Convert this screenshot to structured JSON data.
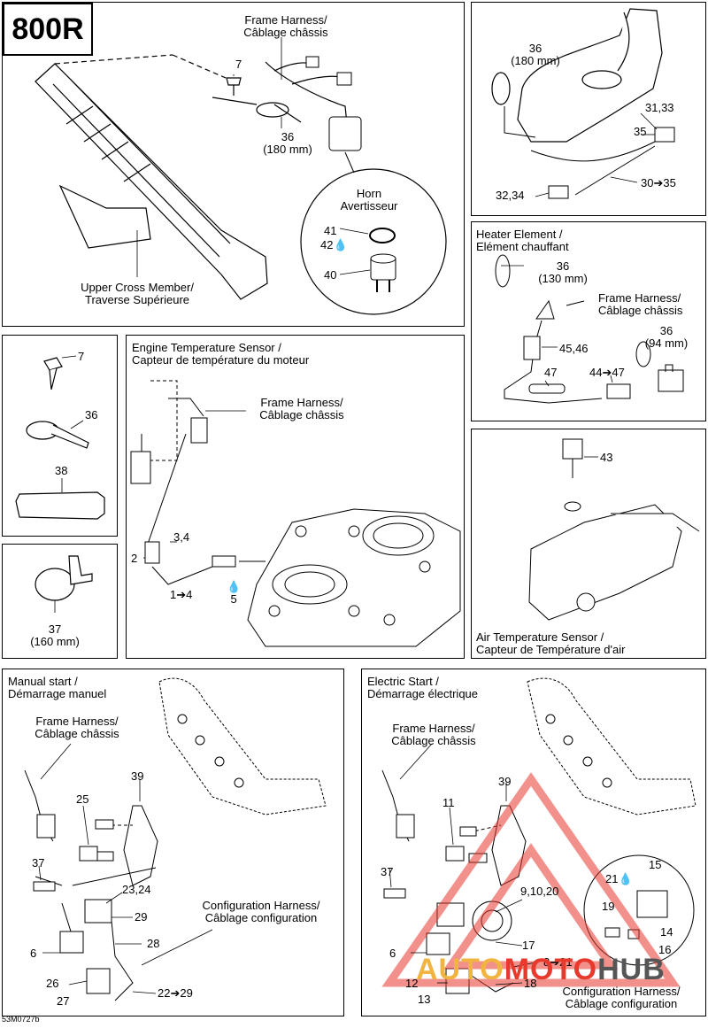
{
  "model": "800R",
  "doc_code": "53M0727b",
  "watermark": {
    "part1": "AUTO",
    "part2": "MOTO",
    "part3": "HUB"
  },
  "frame_panel": {
    "frame_harness": [
      "Frame Harness/",
      "Câblage châssis"
    ],
    "item7": "7",
    "item36": "36",
    "item36_size": "(180 mm)",
    "horn": [
      "Horn",
      "Avertisseur"
    ],
    "item41": "41",
    "item42": "42",
    "item40": "40",
    "upper_cross": [
      "Upper Cross Member/",
      "Traverse Supérieure"
    ]
  },
  "tank_panel": {
    "item36": "36",
    "item36_size": "(180 mm)",
    "item31_33": "31,33",
    "item35": "35",
    "item30_35": "30➔35",
    "item32_34": "32,34"
  },
  "heater_panel": {
    "title": [
      "Heater Element /",
      "Elément chauffant"
    ],
    "item36a": "36",
    "item36a_size": "(130 mm)",
    "frame_harness": [
      "Frame Harness/",
      "Câblage châssis"
    ],
    "item45_46": "45,46",
    "item36b": "36",
    "item36b_size": "(94 mm)",
    "item47": "47",
    "item44_47": "44➔47"
  },
  "parts_panel": {
    "item7": "7",
    "item36": "36",
    "item38": "38"
  },
  "clamp_panel": {
    "item37": "37",
    "item37_size": "(160 mm)"
  },
  "engine_panel": {
    "title": [
      "Engine Temperature Sensor /",
      "Capteur de température du moteur"
    ],
    "frame_harness": [
      "Frame Harness/",
      "Câblage châssis"
    ],
    "item3_4": "3,4",
    "item2": "2",
    "item1_4": "1➔4",
    "item5": "5"
  },
  "air_panel": {
    "item43": "43",
    "title": [
      "Air Temperature Sensor /",
      "Capteur de Température d'air"
    ]
  },
  "manual_panel": {
    "title": [
      "Manual start /",
      "Démarrage manuel"
    ],
    "frame_harness": [
      "Frame Harness/",
      "Câblage châssis"
    ],
    "item39": "39",
    "item25": "25",
    "item37": "37",
    "item23_24": "23,24",
    "item29": "29",
    "item28": "28",
    "item6": "6",
    "item26": "26",
    "item27": "27",
    "item22_29": "22➔29",
    "config_harness": [
      "Configuration Harness/",
      "Câblage configuration"
    ]
  },
  "electric_panel": {
    "title": [
      "Electric Start /",
      "Démarrage électrique"
    ],
    "frame_harness": [
      "Frame Harness/",
      "Câblage châssis"
    ],
    "item39": "39",
    "item11": "11",
    "item37": "37",
    "item9_10_20": "9,10,20",
    "item21": "21",
    "item15": "15",
    "item19": "19",
    "item14": "14",
    "item16": "16",
    "item6": "6",
    "item17": "17",
    "item8_21": "8➔21",
    "item12": "12",
    "item13": "13",
    "item18": "18",
    "config_harness": [
      "Configuration Harness/",
      "Câblage configuration"
    ]
  }
}
